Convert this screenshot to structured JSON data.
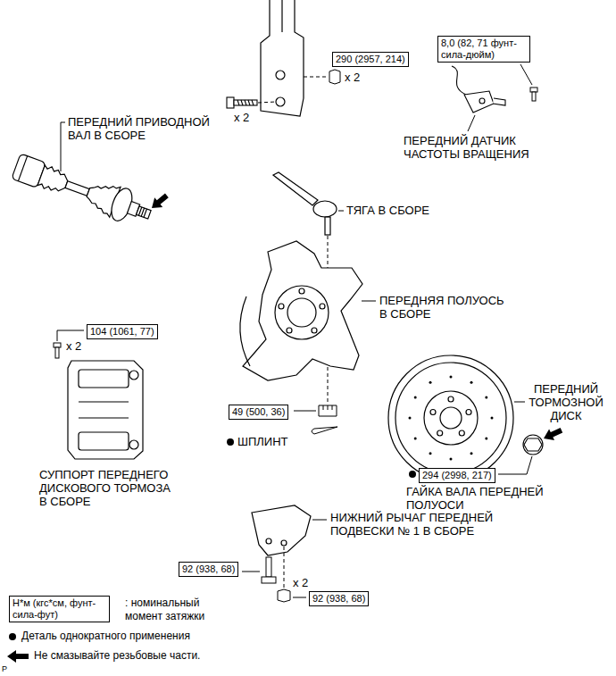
{
  "diagram": {
    "nodes": [
      {
        "text": [
          "8,0 (82, 71 фунт-сила-дюйм)"
        ]
      },
      {
        "text": [
          "290 (2957, 214)"
        ]
      },
      {
        "text": [
          "104 (1061, 77)"
        ]
      },
      {
        "text": [
          "49 (500, 36)"
        ]
      },
      {
        "text": [
          "294 (2998, 217)"
        ]
      },
      {
        "text": [
          "92 (938, 68)"
        ]
      },
      {
        "text": [
          "92 (938, 68)"
        ]
      },
      {
        "text": [
          "Н*м (кгс*см, фунт-сила-фут)"
        ]
      }
    ],
    "labels": [
      "x 2",
      "x 2",
      "ПЕРЕДНИЙ ПРИВОДНОЙ ВАЛ В СБОРЕ",
      "ПЕРЕДНИЙ ДАТЧИК ЧАСТОТЫ ВРАЩЕНИЯ",
      "ТЯГА В СБОРЕ",
      "ПЕРЕДНЯЯ ПОЛУОСЬ В СБОРЕ",
      "x 2",
      "ПЕРЕДНИЙ ТОРМОЗНОЙ ДИСК",
      "ШПЛИНТ",
      "СУППОРТ ПЕРЕДНЕГО ДИСКОВОГО ТОРМОЗА В СБОРЕ",
      "ГАЙКА ВАЛА ПЕРЕДНЕЙ ПОЛУОСИ",
      "НИЖНИЙ РЫЧАГ ПЕРЕДНЕЙ ПОДВЕСКИ № 1 В СБОРЕ",
      "x 2",
      "P"
    ],
    "legend": [
      {
        "text": ": номинальный момент затяжки"
      },
      {
        "text": "Деталь однократного применения"
      },
      {
        "text": "Не смазывайте резьбовые части."
      }
    ]
  }
}
